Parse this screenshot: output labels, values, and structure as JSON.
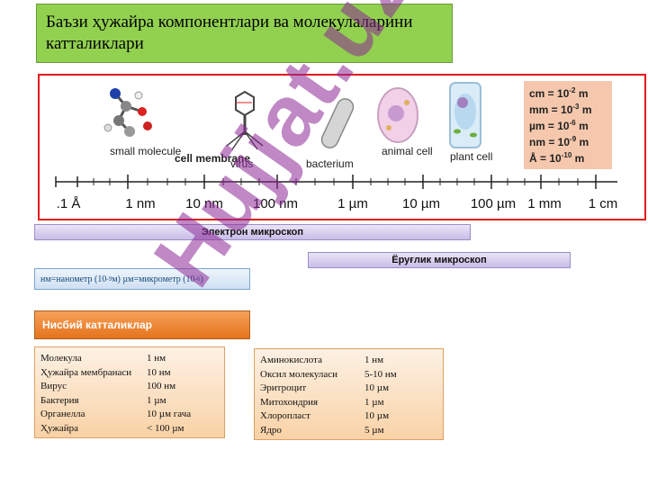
{
  "title": "Баъзи ҳужайра компонентлари ва молекулаларини катталиклари",
  "scale": {
    "ticks": [
      ".1 Å",
      "1 nm",
      "10 nm",
      "100 nm",
      "1 µm",
      "10 µm",
      "100 µm",
      "1 mm",
      "1 cm"
    ],
    "items": {
      "small_molecule": "small molecule",
      "cell_membrane": "cell membrane",
      "virus": "virus",
      "bacterium": "bacterium",
      "animal_cell": "animal cell",
      "plant_cell": "plant cell"
    },
    "units": [
      {
        "left": "cm = 10",
        "exp": "-2",
        "right": " m"
      },
      {
        "left": "mm = 10",
        "exp": "-3",
        "right": " m"
      },
      {
        "left": "µm = 10",
        "exp": "-6",
        "right": " m"
      },
      {
        "left": "nm = 10",
        "exp": "-9",
        "right": " m"
      },
      {
        "left": "Å = 10",
        "exp": "-10",
        "right": " m"
      }
    ]
  },
  "electron_microscope": "Электрон микроскоп",
  "light_microscope": "Ёруғлик микроскоп",
  "note": {
    "a": "нм=нанометр (10",
    "a_exp": "-9",
    "b": " м)  µм=микрометр (10",
    "b_exp": "-6",
    "c": ")"
  },
  "relative_sizes_label": "Нисбий катталиклар",
  "table_left": [
    {
      "name": "Молекула",
      "value": "1 нм"
    },
    {
      "name": "Ҳужайра мембранаси",
      "value": "10 нм"
    },
    {
      "name": "Вирус",
      "value": "100 нм"
    },
    {
      "name": "Бактерия",
      "value": "1 µм"
    },
    {
      "name": "Органелла",
      "value": "10 µм гача"
    },
    {
      "name": "Ҳужайра",
      "value": "< 100 µм"
    }
  ],
  "table_right": [
    {
      "name": "Аминокислота",
      "value": "1 нм"
    },
    {
      "name": "Оксил молекуласи",
      "value": "5-10 нм"
    },
    {
      "name": "Эритроцит",
      "value": "10 µм"
    },
    {
      "name": "Митохондрия",
      "value": "1 µм"
    },
    {
      "name": "Хлоропласт",
      "value": "10 µм"
    },
    {
      "name": "Ядро",
      "value": "5 µм"
    }
  ],
  "watermark": "Hujjat.uz",
  "colors": {
    "title_bg": "#92d050",
    "frame": "#e41b1b",
    "units_bg": "#f5c8ad",
    "orange": "#e4731c",
    "watermark": "#8c2896"
  }
}
